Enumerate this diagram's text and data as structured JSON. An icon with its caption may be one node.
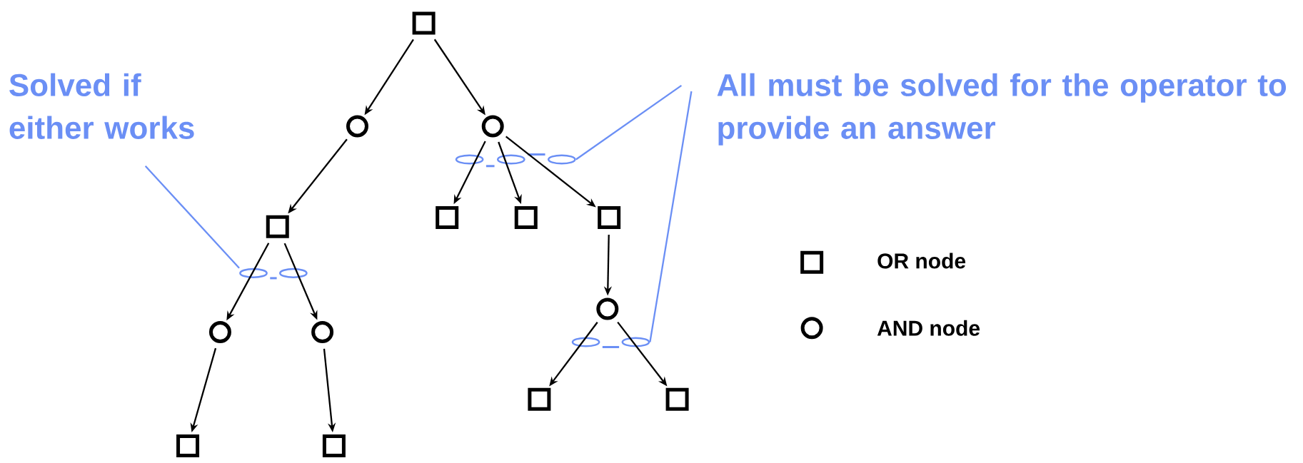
{
  "diagram": {
    "nodes": [
      {
        "text": [],
        "shape": "box"
      },
      {
        "text": [],
        "shape": "circle"
      },
      {
        "text": [],
        "shape": "circle"
      },
      {
        "text": [],
        "shape": "box"
      },
      {
        "text": [],
        "shape": "box"
      },
      {
        "text": [],
        "shape": "box"
      },
      {
        "text": [],
        "shape": "box"
      },
      {
        "text": [],
        "shape": "circle"
      },
      {
        "text": [],
        "shape": "circle"
      },
      {
        "text": [],
        "shape": "circle"
      },
      {
        "text": [],
        "shape": "box"
      },
      {
        "text": [],
        "shape": "box"
      },
      {
        "text": [],
        "shape": "box"
      },
      {
        "text": [],
        "shape": "box"
      },
      {
        "text": [
          "Solved if either works"
        ]
      },
      {
        "text": [
          "All must be solved for the operator to provide an answer"
        ]
      },
      {
        "text": [],
        "shape": "ellipse"
      },
      {
        "text": [],
        "shape": "ellipse"
      },
      {
        "text": [],
        "shape": "ellipse"
      }
    ],
    "edges": [
      {
        "from": 0,
        "to": 1,
        "arrow": "to"
      },
      {
        "from": 0,
        "to": 2,
        "arrow": "to"
      },
      {
        "from": 1,
        "to": 3,
        "arrow": "to"
      },
      {
        "from": 2,
        "to": 4,
        "arrow": "to"
      },
      {
        "from": 2,
        "to": 5,
        "arrow": "to"
      },
      {
        "from": 2,
        "to": 6,
        "arrow": "to"
      },
      {
        "from": 3,
        "to": 7,
        "arrow": "to"
      },
      {
        "from": 3,
        "to": 8,
        "arrow": "to"
      },
      {
        "from": 6,
        "to": 9,
        "arrow": "to"
      },
      {
        "from": 7,
        "to": 10,
        "arrow": "to"
      },
      {
        "from": 8,
        "to": 11,
        "arrow": "to"
      },
      {
        "from": 9,
        "to": 12,
        "arrow": "to"
      },
      {
        "from": 9,
        "to": 13,
        "arrow": "to"
      },
      {
        "from": 14,
        "to": 16,
        "arrow": "none",
        "color": "#6b8ff5"
      },
      {
        "from": 15,
        "to": 17,
        "arrow": "none",
        "color": "#6b8ff5"
      },
      {
        "from": 15,
        "to": 18,
        "arrow": "none",
        "color": "#6b8ff5"
      }
    ],
    "legend": [
      {
        "text": "OR node"
      },
      {
        "text": "AND node"
      }
    ]
  }
}
